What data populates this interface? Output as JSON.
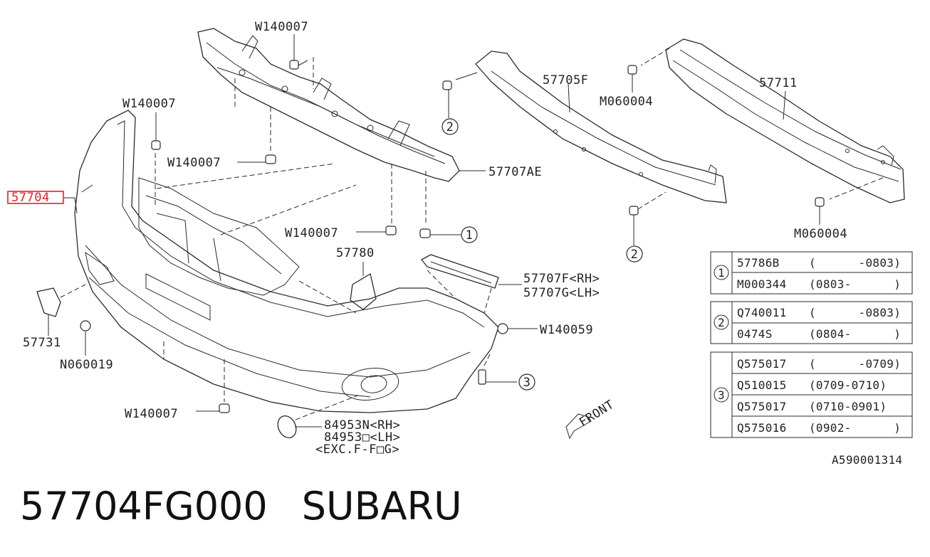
{
  "labels": {
    "w140007_top": "W140007",
    "w140007_left": "W140007",
    "w140007_mid": "W140007",
    "w140007_bolt": "W140007",
    "w140007_bottom": "W140007",
    "p57705f": "57705F",
    "m060004_a": "M060004",
    "m060004_b": "M060004",
    "p57711": "57711",
    "p57707ae": "57707AE",
    "p57704": "57704",
    "p57780": "57780",
    "p57707f": "57707F<RH>",
    "p57707g": "57707G<LH>",
    "w140059": "W140059",
    "p57731": "57731",
    "n060019": "N060019",
    "p84953n": "84953N<RH>",
    "p84953o": "84953□<LH>",
    "exc": "<EXC.F-F□G>",
    "front": "FRONT",
    "ref1": "1",
    "ref2a": "2",
    "ref2b": "2",
    "ref3": "3",
    "diagram_id": "A590001314"
  },
  "tables": {
    "t1": {
      "marker": "1",
      "rows": [
        {
          "part": "57786B",
          "range": "(      -0803)"
        },
        {
          "part": "M000344",
          "range": "(0803-      )"
        }
      ]
    },
    "t2": {
      "marker": "2",
      "rows": [
        {
          "part": "Q740011",
          "range": "(      -0803)"
        },
        {
          "part": "0474S",
          "range": "(0804-      )"
        }
      ]
    },
    "t3": {
      "marker": "3",
      "rows": [
        {
          "part": "Q575017",
          "range": "(      -0709)"
        },
        {
          "part": "Q510015",
          "range": "(0709-0710)"
        },
        {
          "part": "Q575017",
          "range": "(0710-0901)"
        },
        {
          "part": "Q575016",
          "range": "(0902-      )"
        }
      ]
    }
  },
  "caption": {
    "part_number": "57704FG000",
    "brand": "SUBARU"
  },
  "colors": {
    "highlight": "#e8202a",
    "line": "#2a2a2a"
  }
}
